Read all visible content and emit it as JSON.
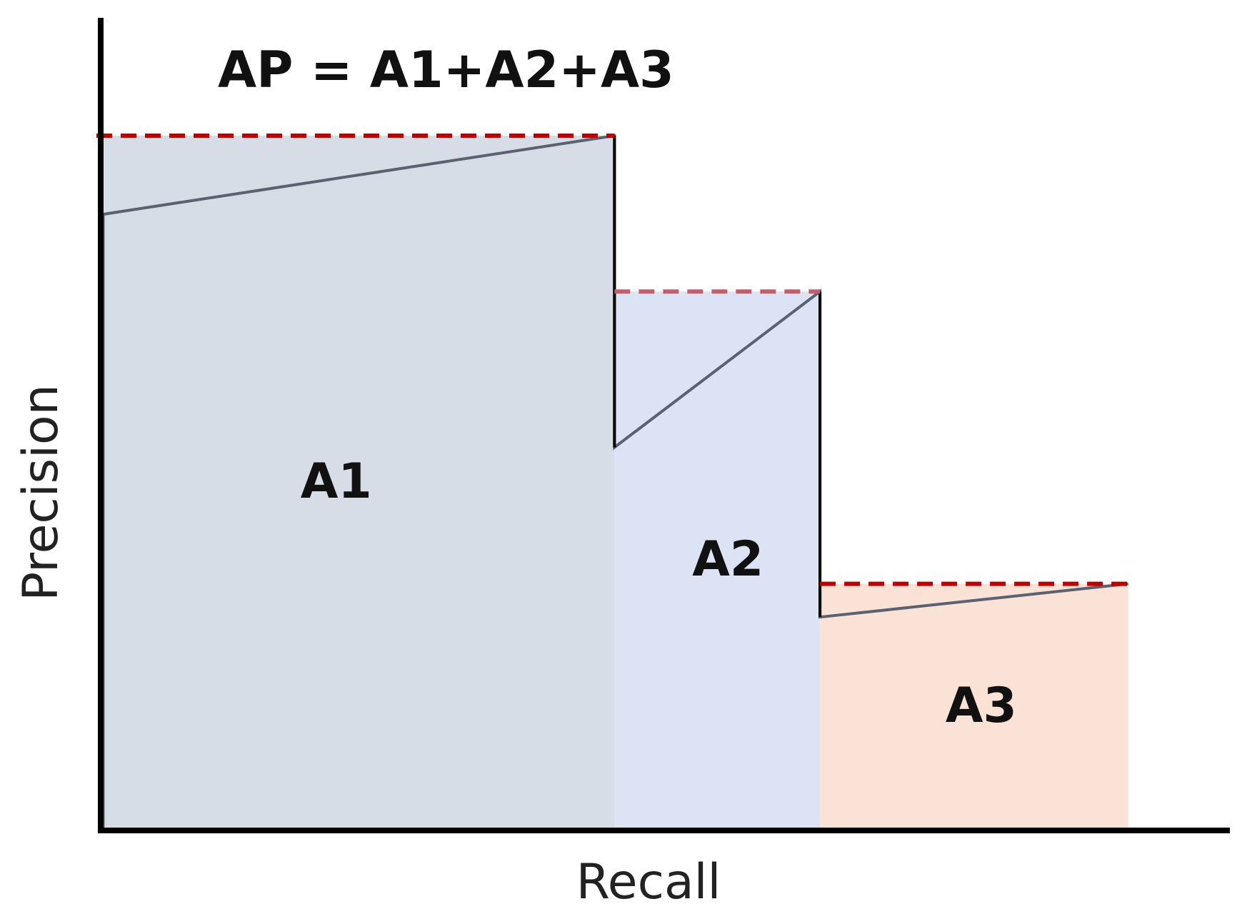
{
  "chart_data": {
    "type": "area",
    "title": "AP = A1+A2+A3",
    "xlabel": "Recall",
    "ylabel": "Precision",
    "xlim": [
      0,
      1
    ],
    "ylim": [
      0,
      1
    ],
    "grid": false,
    "precision_curve": {
      "x": [
        0.0,
        0.455,
        0.455,
        0.637,
        0.637,
        0.91
      ],
      "y": [
        0.886,
        1.0,
        0.55,
        0.775,
        0.305,
        0.353
      ]
    },
    "interpolated_precision": {
      "x": [
        0.0,
        0.455,
        0.455,
        0.637,
        0.637,
        0.91
      ],
      "y": [
        1.0,
        1.0,
        0.775,
        0.775,
        0.353,
        0.353
      ]
    },
    "areas": [
      {
        "name": "A1",
        "x_start": 0.0,
        "x_end": 0.455,
        "precision": 1.0,
        "color": "#d6dde6"
      },
      {
        "name": "A2",
        "x_start": 0.455,
        "x_end": 0.637,
        "precision": 0.775,
        "color": "#dbe3f4"
      },
      {
        "name": "A3",
        "x_start": 0.637,
        "x_end": 0.91,
        "precision": 0.353,
        "color": "#fae3d6"
      }
    ],
    "colors": {
      "interpolation_line": "#c00000",
      "interpolation_line_faded": "#c0606e",
      "precision_line": "#5a6170",
      "axis": "#000000"
    }
  }
}
